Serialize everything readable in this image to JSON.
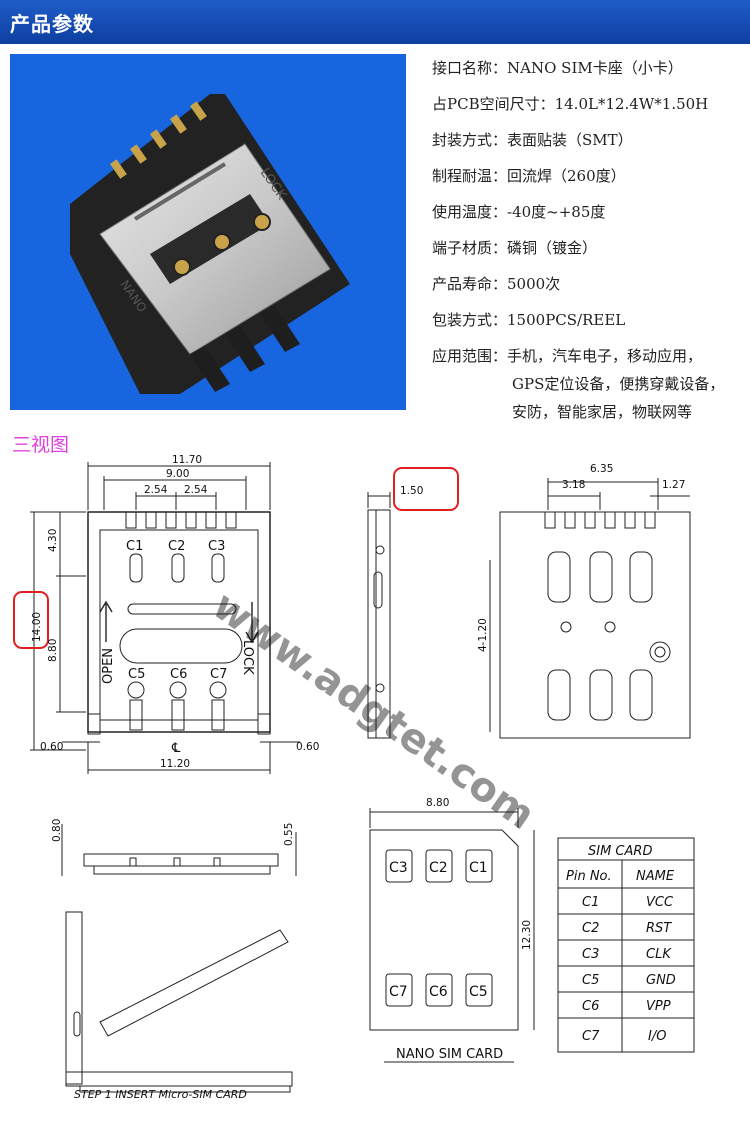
{
  "header": {
    "title": "产品参数"
  },
  "specs": [
    {
      "label": "接口名称：",
      "value": "NANO SIM卡座（小卡）"
    },
    {
      "label": "占PCB空间尺寸：",
      "value": "14.0L*12.4W*1.50H"
    },
    {
      "label": "封装方式：",
      "value": "表面贴装（SMT）"
    },
    {
      "label": "制程耐温：",
      "value": "回流焊（260度）"
    },
    {
      "label": "使用温度：",
      "value": "-40度~+85度"
    },
    {
      "label": "端子材质：",
      "value": "磷铜（镀金）"
    },
    {
      "label": "产品寿命：",
      "value": "5000次"
    },
    {
      "label": "包装方式：",
      "value": "1500PCS/REEL"
    },
    {
      "label": "应用范围：",
      "value": "手机，汽车电子，移动应用，",
      "cont": [
        "GPS定位设备，便携穿戴设备，",
        "安防，智能家居，物联网等"
      ]
    }
  ],
  "photo_text": {
    "lock": "LOCK",
    "nano": "NANO"
  },
  "views_title": "三视图",
  "dims": {
    "top_w1": "11.70",
    "top_w2": "9.00",
    "pitch1": "2.54",
    "pitch2": "2.54",
    "left_h1": "4.30",
    "left_h2": "14.00",
    "left_h3": "8.80",
    "bot_a": "0.60",
    "bot_b": "0.60",
    "bot_w": "11.20",
    "side_t": "1.50",
    "r_w1": "6.35",
    "r_w2": "3.18",
    "r_w3": "1.27",
    "r_h": "4-1.20",
    "front_a": "0.80",
    "front_b": "0.55",
    "card_w": "8.80",
    "card_h": "12.30"
  },
  "contacts_top": [
    "C1",
    "C2",
    "C3"
  ],
  "contacts_bot": [
    "C5",
    "C6",
    "C7"
  ],
  "open_label": "OPEN",
  "lock_label": "LOCK",
  "cl_label": "℄",
  "card_contacts_top": [
    "C3",
    "C2",
    "C1"
  ],
  "card_contacts_bot": [
    "C7",
    "C6",
    "C5"
  ],
  "card_caption": "NANO SIM CARD",
  "step_caption": "STEP 1 INSERT Micro-SIM CARD",
  "watermark": "www.adgtet.com",
  "pin_table": {
    "title": "SIM CARD",
    "headers": [
      "Pin No.",
      "NAME"
    ],
    "rows": [
      [
        "C1",
        "VCC"
      ],
      [
        "C2",
        "RST"
      ],
      [
        "C3",
        "CLK"
      ],
      [
        "C5",
        "GND"
      ],
      [
        "C6",
        "VPP"
      ],
      [
        "C7",
        "I/O"
      ]
    ]
  },
  "colors": {
    "header": "#1650b8",
    "photo_bg": "#1766e0",
    "views_title": "#e040e0",
    "highlight": "#e02020"
  }
}
